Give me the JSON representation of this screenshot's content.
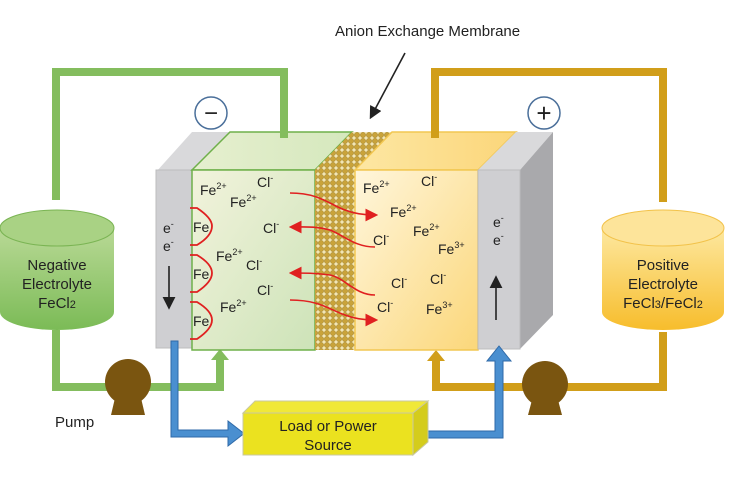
{
  "title": "Iron Flow Battery Diagram",
  "membrane_label": "Anion Exchange Membrane",
  "negative_terminal": "−",
  "positive_terminal": "+",
  "negative_tank": {
    "line1": "Negative",
    "line2": "Electrolyte",
    "line3": "FeCl",
    "line3_sub": "2"
  },
  "positive_tank": {
    "line1": "Positive",
    "line2": "Electrolyte",
    "line3a": "FeCl",
    "line3a_sub": "3",
    "line3b": "/FeCl",
    "line3b_sub": "2"
  },
  "pump_label": "Pump",
  "load": {
    "line1": "Load or Power",
    "line2": "Source"
  },
  "electron": {
    "base": "e",
    "sup": "-"
  },
  "fe_plate": "Fe",
  "ions": {
    "fe2": {
      "base": "Fe",
      "sup": "2+"
    },
    "fe3": {
      "base": "Fe",
      "sup": "3+"
    },
    "cl": {
      "base": "Cl",
      "sup": "-"
    }
  },
  "colors": {
    "negative_pipe": "#84bd5e",
    "positive_pipe": "#d19e1a",
    "pump": "#7a5510",
    "current": "#4a8fd0",
    "load": "#ebe21f",
    "ion_arrow": "#e02020",
    "membrane_bead": "#c9a33a"
  }
}
